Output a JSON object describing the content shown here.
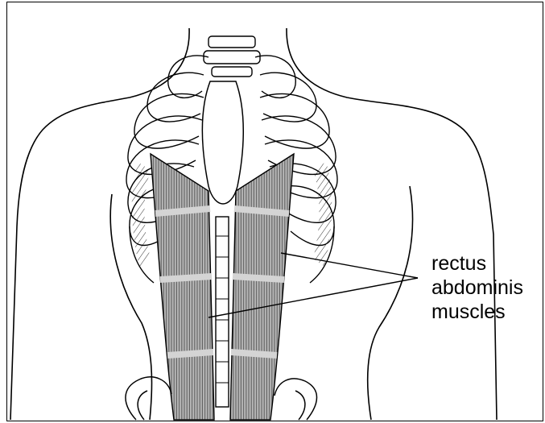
{
  "diagram": {
    "label_lines": [
      "rectus",
      "abdominis",
      "muscles"
    ]
  },
  "colors": {
    "outline": "#000000",
    "muscle_fiber": "#6e6e6e",
    "muscle_fill": "#9a9a9a",
    "tendon_band": "#cfcfcf",
    "background": "#ffffff"
  }
}
